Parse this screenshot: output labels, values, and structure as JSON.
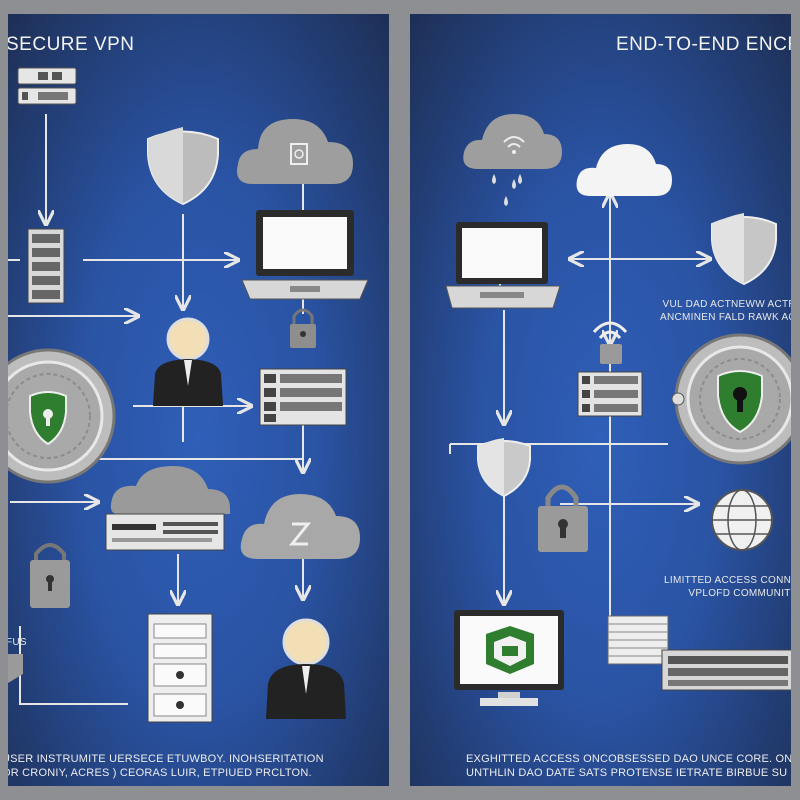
{
  "left_panel": {
    "title": "SECURE VPN",
    "caption": [
      "USER INSTRUMITE UERSECE ETUWBOY. INOHSERITATION",
      "OR  CRONIY, ACRES  ) CEORAS LUIR,  ETPIUED PRCLTON."
    ],
    "tag": "FUS"
  },
  "right_panel": {
    "title": "END-TO-END ENCRYIY",
    "side_text": [
      "VUL DAD ACTNEWW ACTRO",
      "ANCMINEN FALD RAWK ACO"
    ],
    "access_label": [
      "LIMITTED ACCESS CONNUITY",
      "VPLOFD COMMUNIT"
    ],
    "caption": [
      "EXGHITTED ACCESS ONCOBSESSED DAO UNCE CORE. ONTTO",
      "UNTHLIN DAO DATE SATS PROTENSE IETRATE BIRBUE SU"
    ]
  },
  "colors": {
    "background": "#8d8f92",
    "panel": "#2a53a3",
    "shield_green": "#2f7d2e",
    "icon_gray": "#8e8e8e",
    "arrow": "#e6e6e6"
  }
}
